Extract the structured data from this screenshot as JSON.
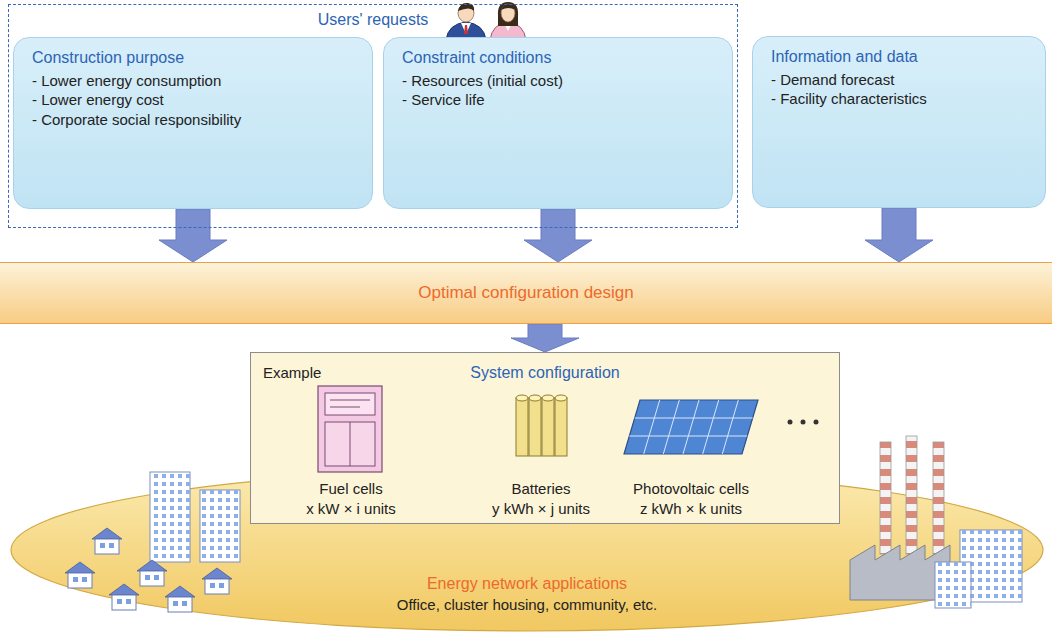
{
  "diagram": {
    "nodes": [
      {
        "text": [
          "Users' requests"
        ]
      },
      {
        "text": [
          "Construction purpose",
          "- Lower energy consumption",
          "- Lower energy cost",
          "- Corporate social responsibility"
        ],
        "in": 0
      },
      {
        "text": [
          "Constraint conditions",
          "- Resources (initial cost)",
          "- Service life"
        ],
        "in": 0
      },
      {
        "text": [
          "Information and data",
          "- Demand forecast",
          "- Facility characteristics"
        ]
      },
      {
        "text": [
          "Optimal configuration design"
        ]
      },
      {
        "text": [
          "Example",
          "System configuration"
        ]
      },
      {
        "text": [
          "Fuel cells",
          "x kW × i units"
        ],
        "in": 5
      },
      {
        "text": [
          "Batteries",
          "y kWh × j units"
        ],
        "in": 5
      },
      {
        "text": [
          "Photovoltaic cells",
          "z kWh × k units"
        ],
        "in": 5
      },
      {
        "text": [
          "Energy network applications",
          "Office, cluster housing, community, etc."
        ]
      }
    ],
    "edges": [
      {
        "from": 1,
        "to": 4,
        "arrow": "to"
      },
      {
        "from": 2,
        "to": 4,
        "arrow": "to"
      },
      {
        "from": 3,
        "to": 4,
        "arrow": "to"
      },
      {
        "from": 4,
        "to": 5,
        "arrow": "to"
      }
    ]
  }
}
